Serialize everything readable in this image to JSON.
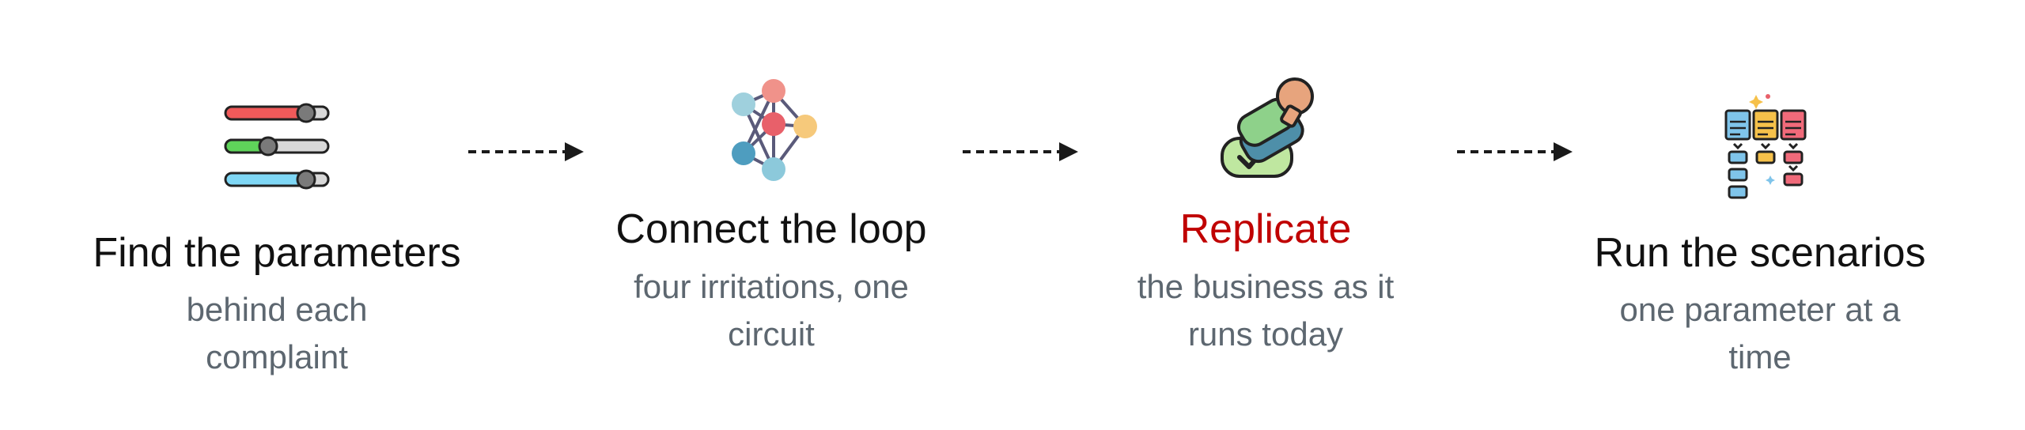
{
  "steps": [
    {
      "title": "Find the parameters",
      "subtitle": "behind each complaint",
      "icon": "sliders-icon"
    },
    {
      "title": "Connect the loop",
      "subtitle": "four irritations, one circuit",
      "icon": "network-icon"
    },
    {
      "title": "Replicate",
      "subtitle": "the business as it runs today",
      "icon": "stamp-icon",
      "highlight": true
    },
    {
      "title": "Run the scenarios",
      "subtitle": "one parameter at a time",
      "icon": "flowchart-icon"
    }
  ],
  "colors": {
    "title": "#111111",
    "highlight": "#c00000",
    "subtitle": "#5d6770",
    "arrow": "#1a1a1a"
  }
}
